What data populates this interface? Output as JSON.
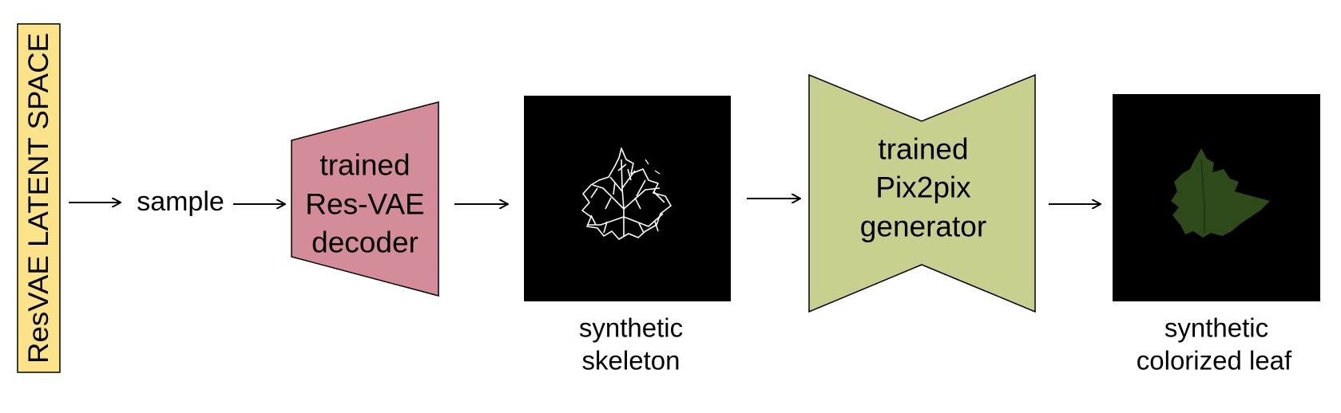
{
  "latent_space": {
    "label": "ResVAE LATENT SPACE"
  },
  "sample": {
    "label": "sample"
  },
  "decoder": {
    "lines": [
      "trained",
      "Res-VAE",
      "decoder"
    ]
  },
  "skeleton": {
    "caption_lines": [
      "synthetic",
      "skeleton"
    ]
  },
  "generator": {
    "lines": [
      "trained",
      "Pix2pix",
      "generator"
    ]
  },
  "leaf": {
    "caption_lines": [
      "synthetic",
      "colorized leaf"
    ]
  },
  "colors": {
    "latent_fill": "#fce38a",
    "decoder_fill": "#d48c99",
    "generator_fill": "#c9cf8f",
    "image_bg": "#000000",
    "leaf_green": "#2e4a1a",
    "skeleton_vein": "#ffffff"
  }
}
